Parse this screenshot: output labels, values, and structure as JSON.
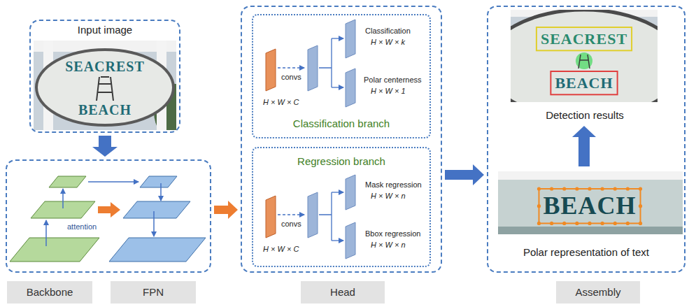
{
  "diagram": {
    "nodes": [
      {
        "text": [
          "Input image"
        ]
      },
      {
        "text": [
          "attention"
        ]
      },
      {
        "text": []
      },
      {
        "text": [
          "Classification",
          "H × W × k",
          "convs",
          "Polar centerness",
          "H × W × 1",
          "H × W × C",
          "Classification branch"
        ],
        "in": 2
      },
      {
        "text": [
          "Regression branch",
          "Mask regression",
          "H × W × n",
          "convs",
          "Bbox regression",
          "H × W × n",
          "H × W × C"
        ],
        "in": 2
      },
      {
        "text": [
          "Detection results",
          "Polar representation of text"
        ]
      },
      {
        "text": [
          "Backbone"
        ]
      },
      {
        "text": [
          "FPN"
        ]
      },
      {
        "text": [
          "Head"
        ]
      },
      {
        "text": [
          "Assembly"
        ]
      }
    ],
    "edges": [
      {
        "from": 0,
        "to": 1,
        "arrow": "to"
      },
      {
        "from": 1,
        "to": 2,
        "arrow": "to"
      },
      {
        "from": 2,
        "to": 5,
        "arrow": "to"
      }
    ],
    "labels": [
      "SEACREST",
      "BEACH",
      "SEACREST",
      "BEACH",
      "BEACH"
    ]
  }
}
